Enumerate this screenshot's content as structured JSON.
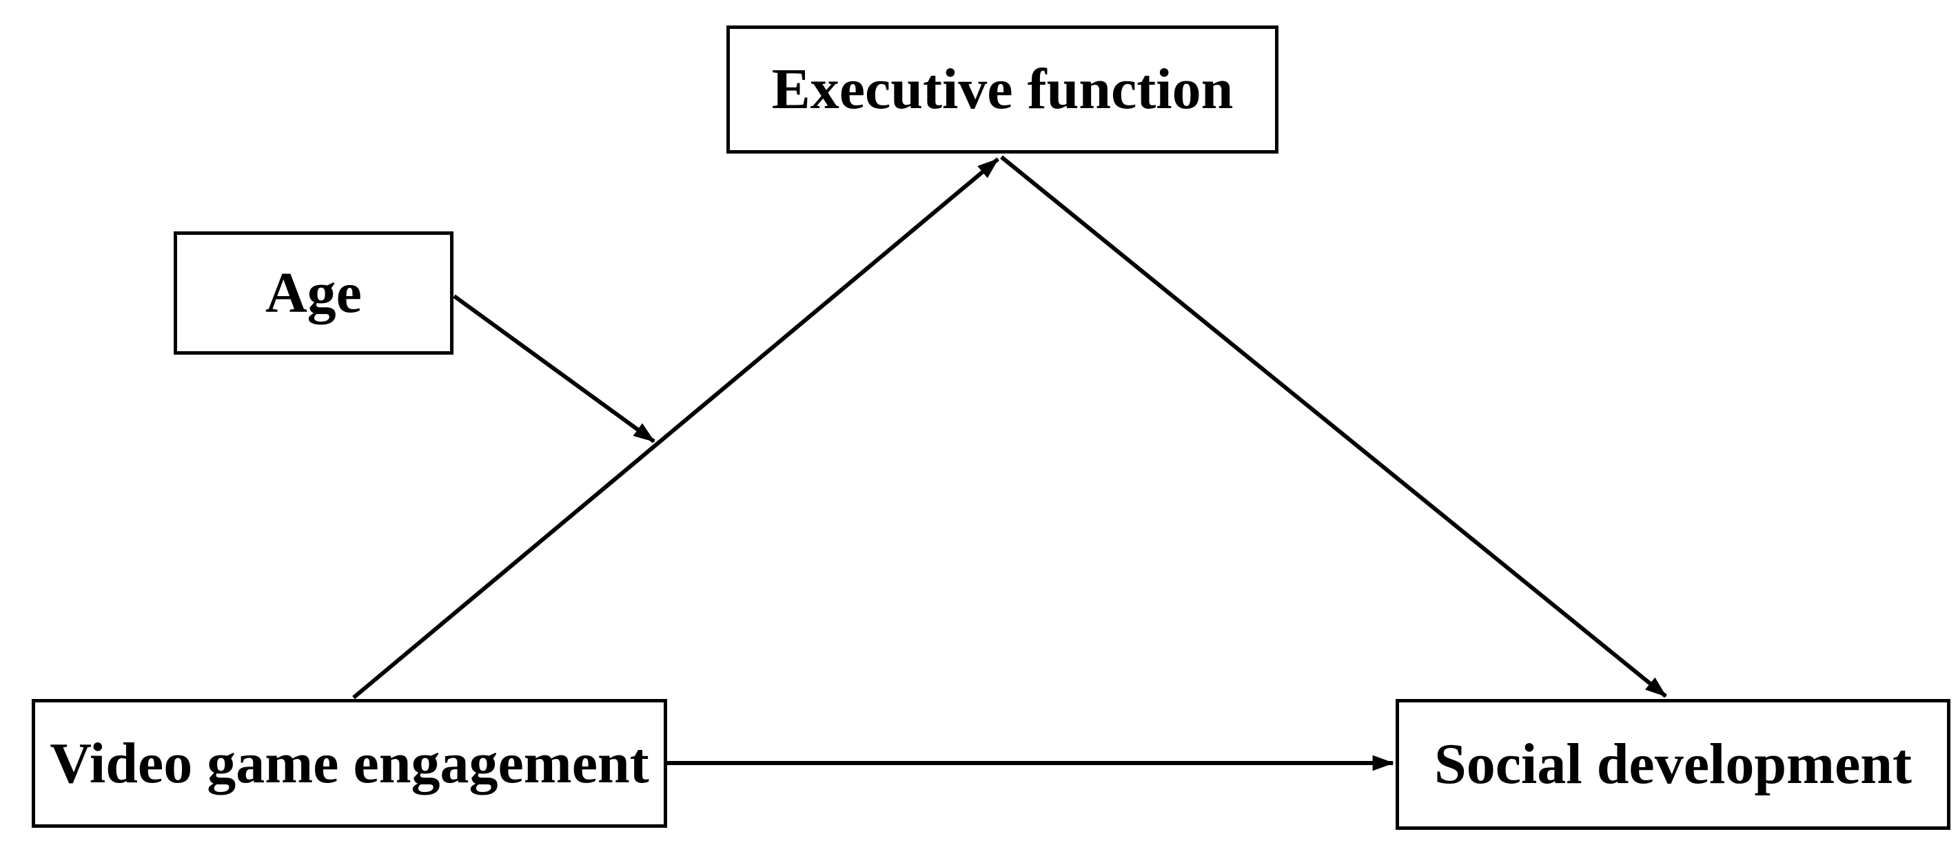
{
  "figure": {
    "type": "path-model-diagram",
    "background_color": "#ffffff",
    "line_color": "#000000",
    "text_color": "#000000",
    "box_fill_color": "#ffffff",
    "box_border_color": "#000000",
    "nodes": {
      "executive_function": {
        "label": "Executive function"
      },
      "age": {
        "label": "Age"
      },
      "video_game_engagement": {
        "label": "Video game engagement"
      },
      "social_development": {
        "label": "Social development"
      }
    },
    "edges": [
      {
        "from": "video_game_engagement",
        "to": "executive_function",
        "arrowhead": "end"
      },
      {
        "from": "executive_function",
        "to": "social_development",
        "arrowhead": "end"
      },
      {
        "from": "age",
        "to": "path_video_game_engagement_to_executive_function",
        "arrowhead": "end"
      },
      {
        "from": "video_game_engagement",
        "to": "social_development",
        "arrowhead": "end"
      }
    ]
  }
}
